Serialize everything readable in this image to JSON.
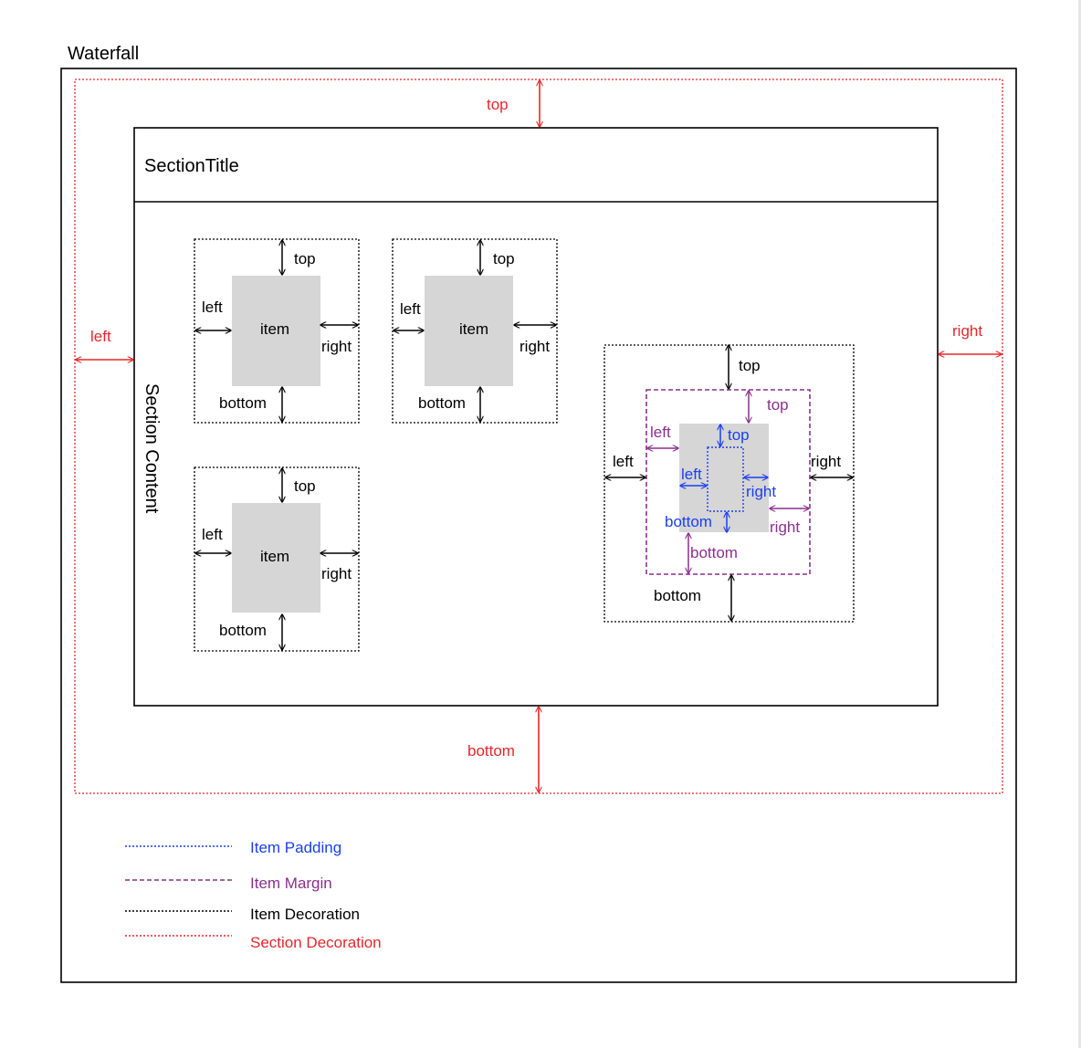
{
  "title": "Waterfall",
  "section_title": "SectionTitle",
  "section_content": "Section  Content",
  "labels": {
    "top": "top",
    "bottom": "bottom",
    "left": "left",
    "right": "right",
    "item": "item"
  },
  "legend": {
    "padding": "Item Padding",
    "margin": "Item Margin",
    "item_decoration": "Item Decoration",
    "section_decoration": "Section Decoration"
  },
  "colors": {
    "section_decoration": "#e8262a",
    "item_margin": "#8b2f8e",
    "item_padding": "#1a3ff0",
    "item_decoration": "#000000",
    "item_fill": "#d6d6d6"
  }
}
